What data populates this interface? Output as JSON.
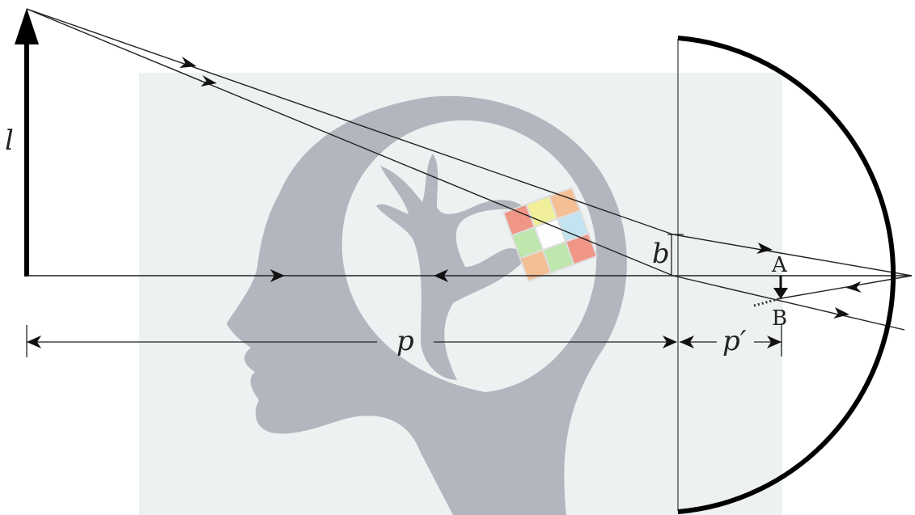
{
  "diagram": {
    "labels": {
      "object_height": "l",
      "object_distance": "p",
      "image_distance": "p′",
      "aperture": "b",
      "point_a": "A",
      "point_b": "B"
    },
    "colors": {
      "background_panel": "#eef1f1",
      "head_silhouette": "#b4b6bf",
      "ink": "#000000",
      "cube_red": "#f08a78",
      "cube_orange": "#f7b98a",
      "cube_yellow": "#f3ef8f",
      "cube_green": "#b9e6a4",
      "cube_blue": "#bfe2f2",
      "cube_white": "#ffffff"
    },
    "background_image": "head-silhouette-with-rubiks-cube"
  }
}
